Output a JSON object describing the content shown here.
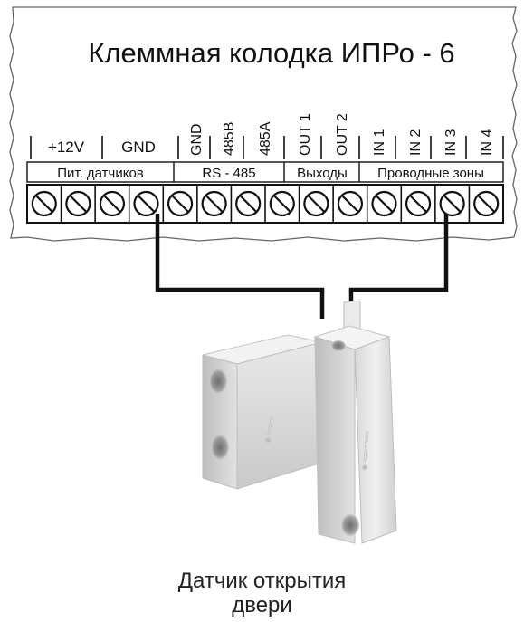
{
  "board": {
    "title": "Клеммная колодка ИПРо - 6",
    "pin_labels_horizontal": [
      "+12V",
      "GND"
    ],
    "pin_labels_vertical": [
      "GND",
      "485B",
      "485A",
      "OUT 1",
      "OUT 2",
      "IN 1",
      "IN 2",
      "IN 3",
      "IN 4"
    ],
    "groups": [
      "Пит. датчиков",
      "RS - 485",
      "Выходы",
      "Проводные зоны"
    ],
    "terminal_count": 14,
    "wired_terminals": [
      "GND",
      "IN 3"
    ]
  },
  "sensor": {
    "caption_line1": "Датчик открытия",
    "caption_line2": "двери"
  }
}
